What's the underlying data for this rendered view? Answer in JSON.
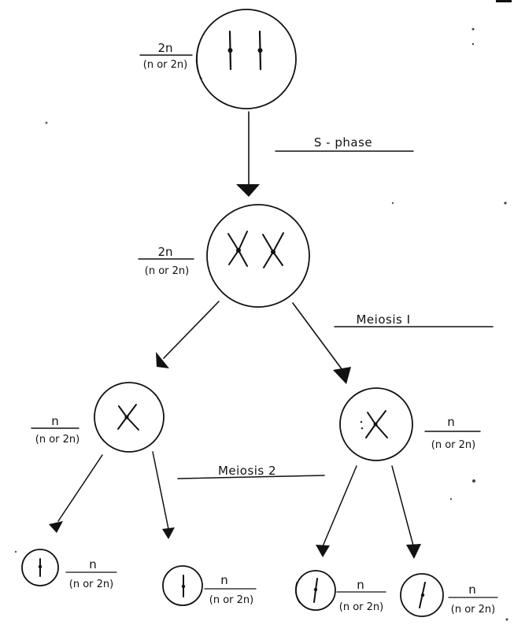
{
  "stages": {
    "s_phase": "S - phase",
    "meiosis_1": "Meiosis I",
    "meiosis_2": "Meiosis 2"
  },
  "cells": {
    "top": {
      "numerator": "2n",
      "denominator": "(n or 2n)"
    },
    "mid": {
      "numerator": "2n",
      "denominator": "(n or 2n)"
    },
    "left": {
      "numerator": "n",
      "denominator": "(n or 2n)"
    },
    "right": {
      "numerator": "n",
      "denominator": "(n or 2n)"
    },
    "g1": {
      "numerator": "n",
      "denominator": "(n or 2n)"
    },
    "g2": {
      "numerator": "n",
      "denominator": "(n or 2n)"
    },
    "g3": {
      "numerator": "n",
      "denominator": "(n or 2n)"
    },
    "g4": {
      "numerator": "n",
      "denominator": "(n or 2n)"
    }
  }
}
